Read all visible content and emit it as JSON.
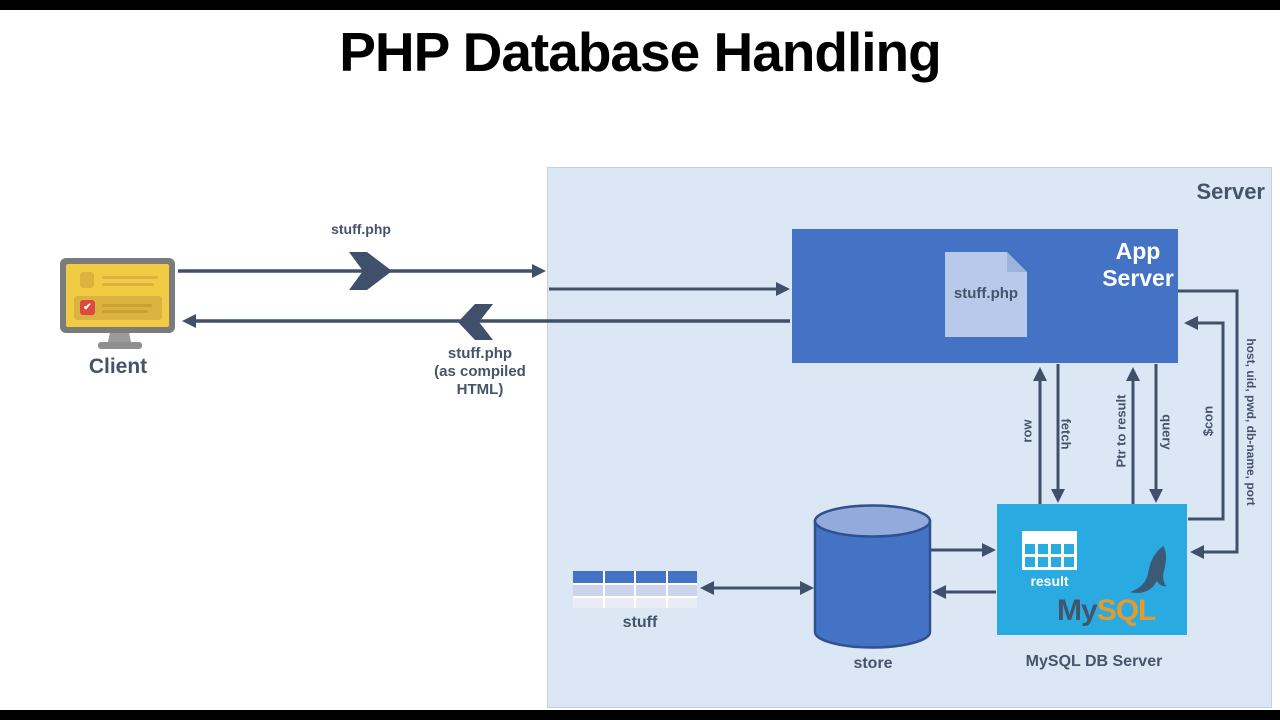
{
  "title": "PHP Database Handling",
  "colors": {
    "arrow": "#41506a",
    "dark_text": "#44546A",
    "server_bg": "#dce7f5",
    "server_border": "#c3cfe2",
    "app_blue": "#4472C4",
    "mysql_cyan": "#29ABE2",
    "doc_fill": "#b8c9e9",
    "screen_yellow": "#f2cb45",
    "check_red": "#dd4a3d",
    "logo_orange": "#e39b2d"
  },
  "client": {
    "label": "Client"
  },
  "server": {
    "label": "Server"
  },
  "app_server": {
    "label": "App Server",
    "document": "stuff.php"
  },
  "mysql": {
    "result_label": "result",
    "logo_my": "My",
    "logo_sql": "SQL",
    "caption": "MySQL DB Server"
  },
  "store": {
    "label": "store"
  },
  "stuff_table": {
    "label": "stuff"
  },
  "flow_labels": {
    "request": "stuff.php",
    "response": "stuff.php\n(as compiled\nHTML)",
    "row": "row",
    "fetch": "fetch",
    "ptr": "Ptr to result",
    "query": "query",
    "con": "$con",
    "credentials": "host, uid, pwd, db-name, port"
  }
}
